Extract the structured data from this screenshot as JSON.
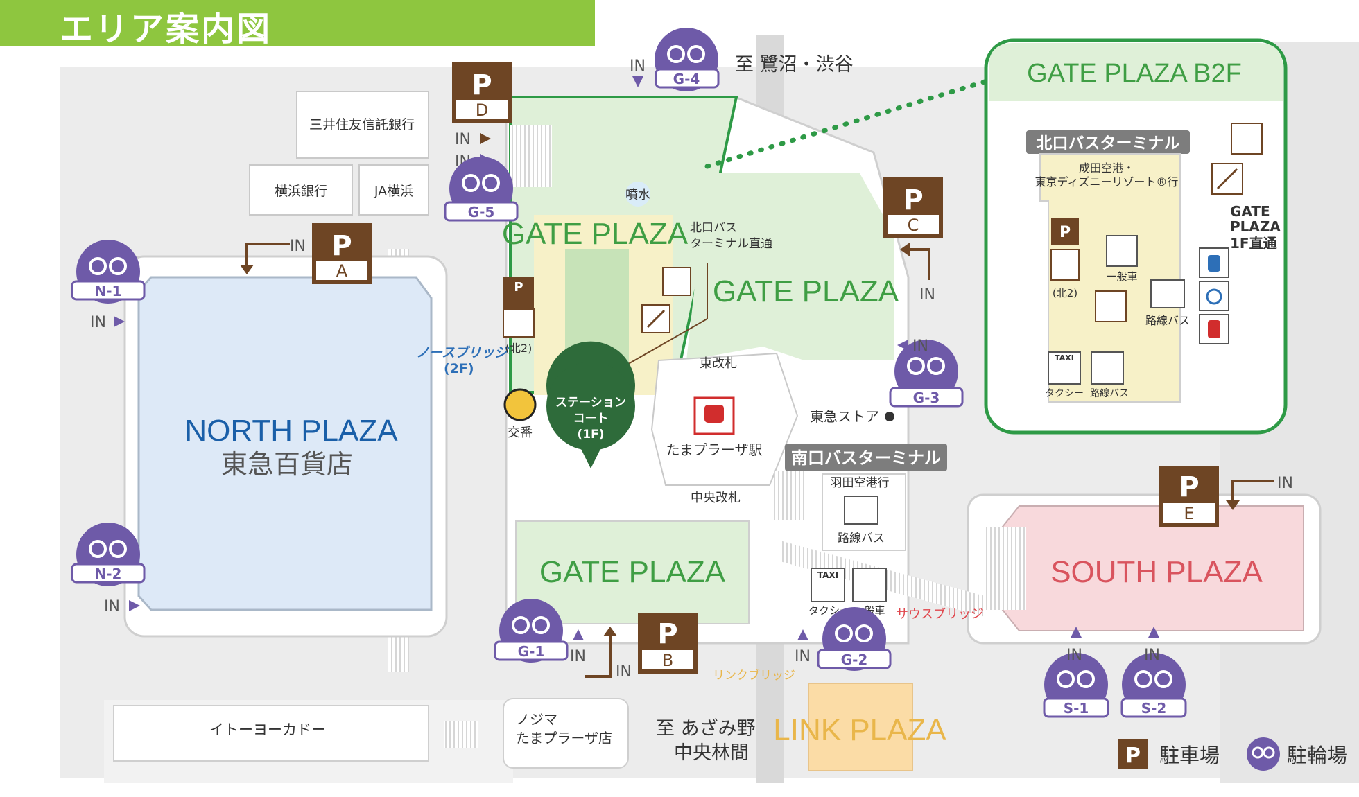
{
  "header": {
    "title": "エリア案内図"
  },
  "plazas": {
    "north": {
      "name_en": "NORTH PLAZA",
      "name_jp": "東急百貨店"
    },
    "gate_upper": "GATE PLAZA",
    "gate_right": "GATE PLAZA",
    "gate_lower": "GATE PLAZA",
    "south": "SOUTH PLAZA",
    "link": "LINK PLAZA"
  },
  "buildings": {
    "mitsui": "三井住友信託銀行",
    "yokohama_bank": "横浜銀行",
    "ja": "JA横浜",
    "ito_yokado": "イトーヨーカドー",
    "nojima": [
      "ノジマ",
      "たまプラーザ店"
    ],
    "tokyu_store": "東急ストア"
  },
  "directions": {
    "north": "至 鷺沼・渋谷",
    "south": [
      "至 あざみ野",
      "中央林間"
    ]
  },
  "parking": [
    {
      "id": "A",
      "label": "P",
      "in": "IN"
    },
    {
      "id": "B",
      "label": "P",
      "in": "IN"
    },
    {
      "id": "C",
      "label": "P",
      "in": "IN"
    },
    {
      "id": "D",
      "label": "P",
      "in": "IN"
    },
    {
      "id": "E",
      "label": "P",
      "in": "IN"
    }
  ],
  "bicycle": [
    {
      "id": "N-1",
      "in": "IN"
    },
    {
      "id": "N-2",
      "in": "IN"
    },
    {
      "id": "G-1",
      "in": "IN"
    },
    {
      "id": "G-2",
      "in": "IN"
    },
    {
      "id": "G-3",
      "in": "IN"
    },
    {
      "id": "G-4",
      "in": "IN"
    },
    {
      "id": "G-5",
      "in": "IN"
    },
    {
      "id": "S-1",
      "in": "IN"
    },
    {
      "id": "S-2",
      "in": "IN"
    }
  ],
  "labels": {
    "fountain": "噴水",
    "north_bus_direct": [
      "北口バス",
      "ターミナル直通"
    ],
    "north_bridge": [
      "ノースブリッジ",
      "(2F)"
    ],
    "kita2": "(北2)",
    "koban": "交番",
    "station_court": [
      "ステーション",
      "コート",
      "(1F)"
    ],
    "east_gate": "東改札",
    "station": "たまプラーザ駅",
    "central_gate": "中央改札",
    "south_bus_terminal": "南口バスターミナル",
    "haneda": "羽田空港行",
    "route_bus": "路線バス",
    "taxi": "TAXI",
    "taxi_jp": "タクシー",
    "car": "一般車",
    "south_bridge": "サウスブリッジ",
    "link_bridge": "リンクブリッジ"
  },
  "inset": {
    "title": "GATE PLAZA B2F",
    "terminal": "北口バスターミナル",
    "dest": [
      "成田空港・",
      "東京ディズニーリゾート®行"
    ],
    "direct": [
      "GATE",
      "PLAZA",
      "1F直通"
    ],
    "kita2": "(北2)",
    "car": "一般車",
    "route_bus": "路線バス",
    "taxi": "TAXI",
    "taxi_jp": "タクシー",
    "route_bus2": "路線バス"
  },
  "legend": {
    "parking": "駐車場",
    "bicycle": "駐輪場"
  },
  "colors": {
    "header_green": "#8ec63f",
    "gate_green": "#dff0d8",
    "gate_text": "#3f9e44",
    "north_blue": "#dde9f7",
    "north_text": "#1a5fa8",
    "south_pink": "#f8d9dc",
    "south_text": "#d9545e",
    "link_orange": "#fbdca6",
    "parking_brown": "#6e4524",
    "bike_purple": "#6e5aa8",
    "station_marker": "#2e6b3a"
  }
}
